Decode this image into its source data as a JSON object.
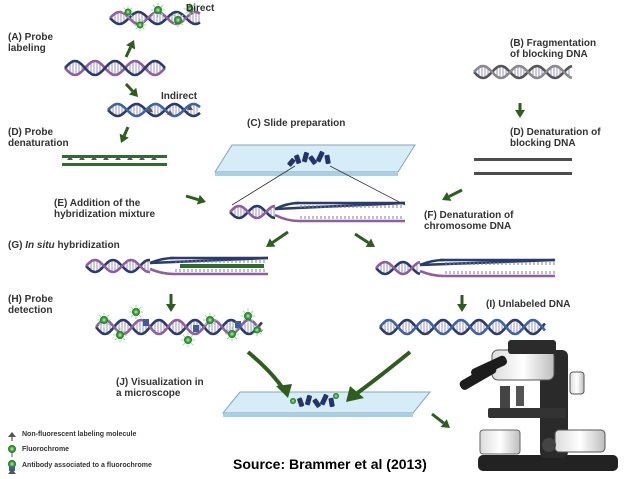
{
  "colors": {
    "accent": "#2d5e1e",
    "strand_dark": "#2a3b6e",
    "strand_purple": "#8e5fa0",
    "strand_blue": "#3c62a8",
    "fluor": "#2f9a2f",
    "slide": "#d6ecf6",
    "label_text": "#333333"
  },
  "labels": {
    "direct": "Direct",
    "indirect": "Indirect",
    "probe_labeling": "(A) Probe\nlabeling",
    "fragmentation": "(B) Fragmentation\nof blocking DNA",
    "slide_prep": "(C) Slide preparation",
    "probe_denaturation": "(D) Probe\ndenaturation",
    "denat_blocking": "(D) Denaturation of\nblocking DNA",
    "addition_mix": "(E) Addition of the\nhybridization mixture",
    "denat_chromosome": "(F) Denaturation of\nchromosome DNA",
    "in_situ_prefix": "(G) ",
    "in_situ_italic": "In situ",
    "in_situ_suffix": " hybridization",
    "probe_detection": "(H) Probe\ndetection",
    "unlabeled": "(I) Unlabeled DNA",
    "visualization": "(J) Visualization in\na microscope"
  },
  "legend": [
    {
      "icon": "labeling-molecule-icon",
      "text": "Non-fluorescent labeling molecule"
    },
    {
      "icon": "fluorochrome-icon",
      "text": "Fluorochrome"
    },
    {
      "icon": "antibody-icon",
      "text": "Antibody associated to a fluorochrome"
    }
  ],
  "source": "Source: Brammer et al (2013)"
}
